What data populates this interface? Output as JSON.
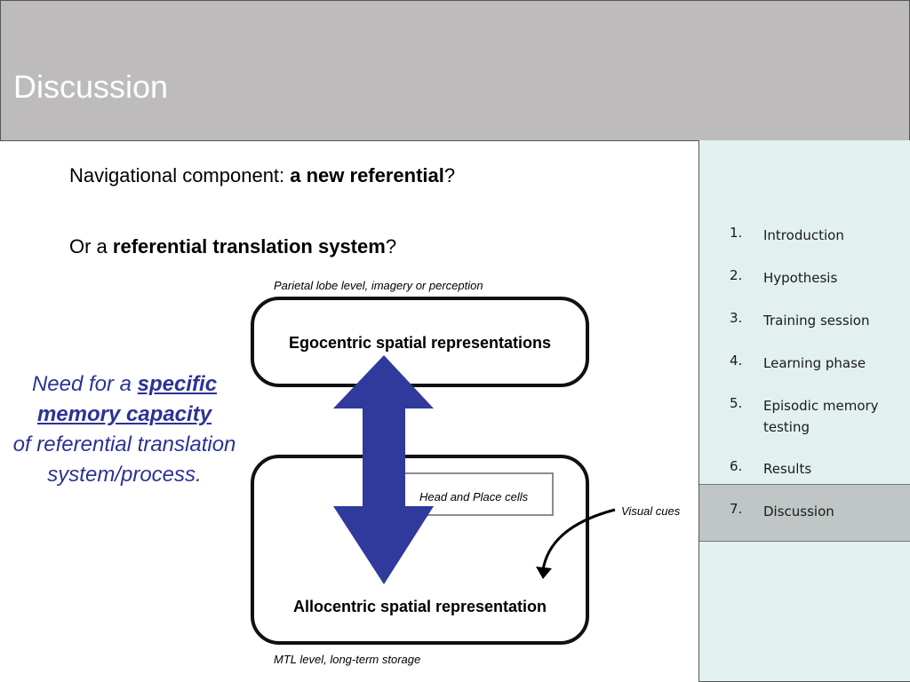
{
  "header": {
    "title": "Discussion"
  },
  "main": {
    "line1": {
      "prefix": "Navigational component: ",
      "bold": "a new referential",
      "suffix": "?"
    },
    "line2": {
      "prefix": "Or a ",
      "bold": "referential translation system",
      "suffix": "?"
    }
  },
  "side_note": {
    "prefix": "Need for a ",
    "emphasis": "specific memory capacity",
    "suffix": "of referential translation system/process."
  },
  "diagram": {
    "top_caption": "Parietal lobe level, imagery or perception",
    "top_box": "Egocentric spatial representations",
    "bottom_box": "Allocentric spatial representation",
    "bottom_caption": "MTL level, long-term storage",
    "callout": "Head and Place cells",
    "visual_cues": "Visual cues",
    "arrow_color": "#2f3a9c"
  },
  "toc": {
    "items": [
      {
        "num": "1.",
        "label": "Introduction"
      },
      {
        "num": "2.",
        "label": "Hypothesis"
      },
      {
        "num": "3.",
        "label": "Training session"
      },
      {
        "num": "4.",
        "label": "Learning phase"
      },
      {
        "num": "5.",
        "label": "Episodic memory testing"
      },
      {
        "num": "6.",
        "label": "Results"
      },
      {
        "num": "7.",
        "label": "Discussion"
      }
    ],
    "active_index": 6
  }
}
